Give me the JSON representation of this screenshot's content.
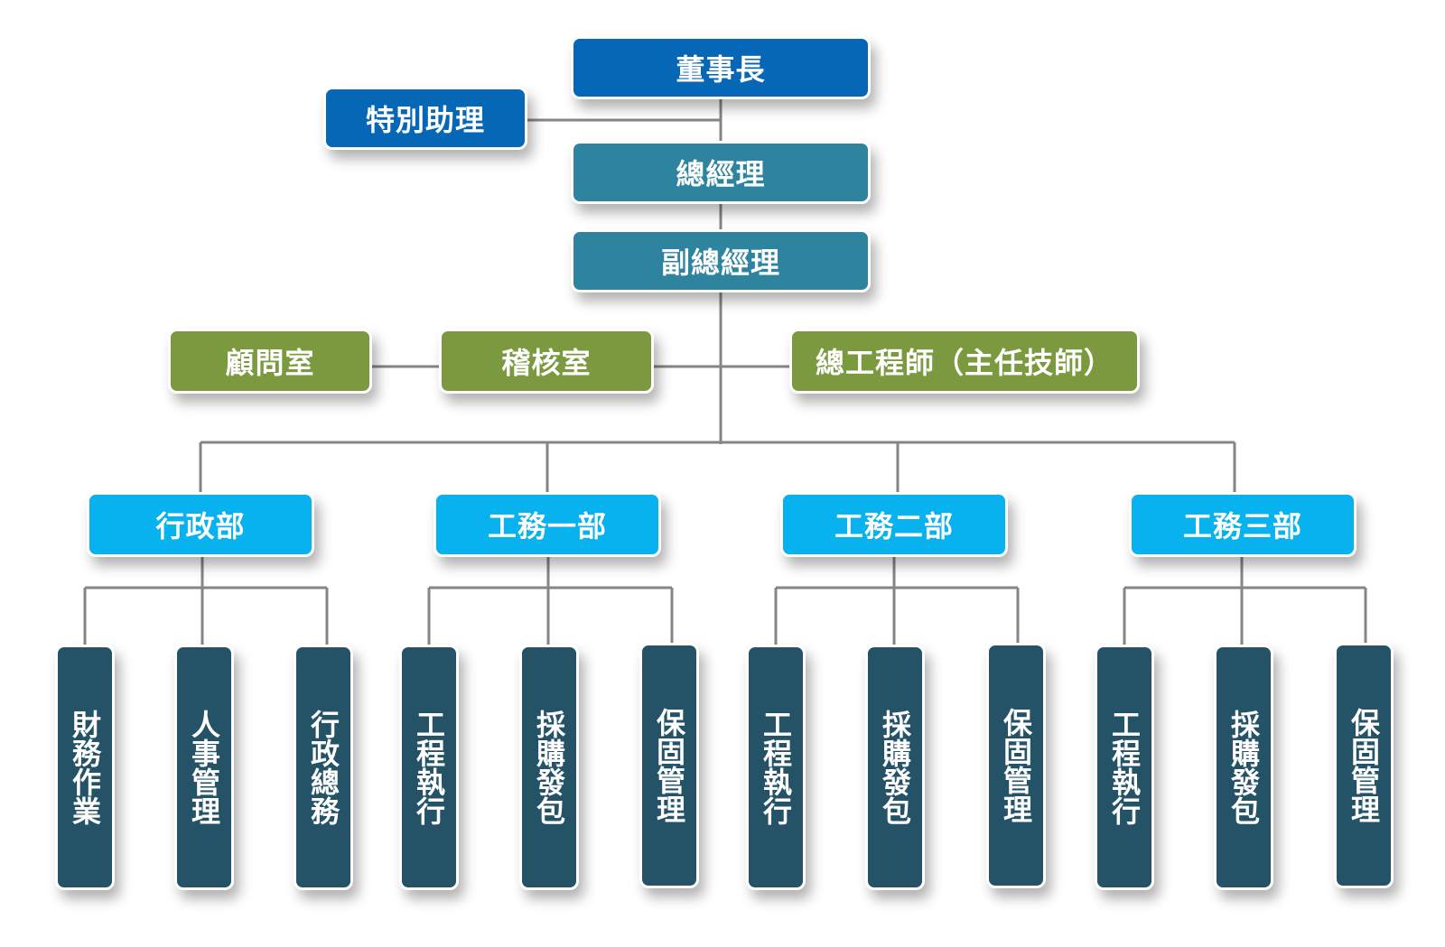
{
  "colors": {
    "executive": "#0567b5",
    "management": "#2e849f",
    "staff": "#7b9a40",
    "department": "#08b2ee",
    "section": "#245368",
    "connector": "#858585"
  },
  "chairman": "董事長",
  "special_assistant": "特別助理",
  "general_manager": "總經理",
  "deputy_general_manager": "副總經理",
  "advisory_office": "顧問室",
  "audit_office": "稽核室",
  "chief_engineer": "總工程師（主任技師）",
  "departments": [
    {
      "name": "行政部",
      "sections": [
        "財務作業",
        "人事管理",
        "行政總務"
      ]
    },
    {
      "name": "工務一部",
      "sections": [
        "工程執行",
        "採購發包",
        "保固管理"
      ]
    },
    {
      "name": "工務二部",
      "sections": [
        "工程執行",
        "採購發包",
        "保固管理"
      ]
    },
    {
      "name": "工務三部",
      "sections": [
        "工程執行",
        "採購發包",
        "保固管理"
      ]
    }
  ]
}
